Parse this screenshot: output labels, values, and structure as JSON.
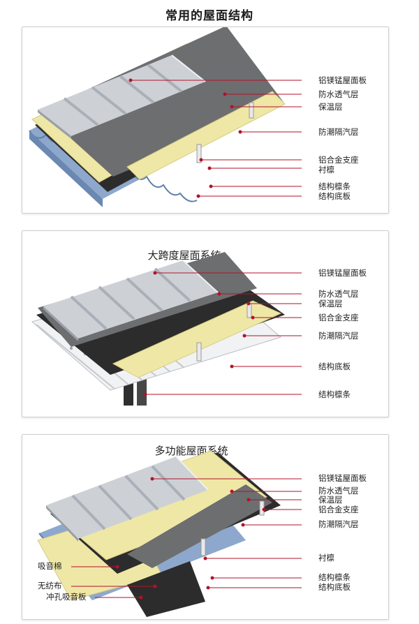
{
  "page": {
    "title": "常用的屋面结构"
  },
  "panels": [
    {
      "title": "标准屋面系统",
      "labels": [
        "铝镁锰屋面板",
        "防水透气层",
        "保温层",
        "防潮隔汽层",
        "铝合金支座",
        "衬檩",
        "结构檩条",
        "结构底板"
      ]
    },
    {
      "title": "大跨度屋面系统",
      "labels": [
        "铝镁锰屋面板",
        "防水透气层",
        "保温层",
        "铝合金支座",
        "防潮隔汽层",
        "结构底板",
        "结构檩条"
      ]
    },
    {
      "title": "多功能屋面系统",
      "labels": [
        "铝镁锰屋面板",
        "防水透气层",
        "保温层",
        "铝合金支座",
        "防潮隔汽层",
        "衬檩",
        "结构檩条",
        "结构底板"
      ],
      "left_labels": [
        "吸音棉",
        "无纺布",
        "冲孔吸音板"
      ]
    }
  ],
  "colors": {
    "leader_line": "#b3122a",
    "panel_metal": "#cdd1d6",
    "membrane_gray": "#6d6e70",
    "insulation": "#efe7a6",
    "deck_blue": "#8da8cc",
    "dark_layer": "#2c2c2c"
  }
}
